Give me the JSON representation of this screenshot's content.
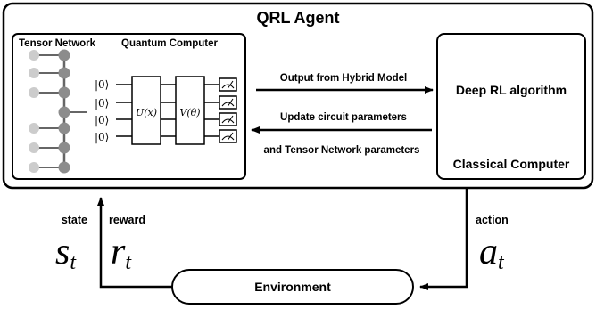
{
  "agent": {
    "title": "QRL Agent"
  },
  "left_panel": {
    "tensor_label": "Tensor Network",
    "quantum_label": "Quantum Computer",
    "kets": [
      "|0⟩",
      "|0⟩",
      "|0⟩",
      "|0⟩"
    ],
    "gate_u": "U(x)",
    "gate_v": "V(θ)"
  },
  "right_panel": {
    "algorithm_label": "Deep RL algorithm",
    "computer_label": "Classical Computer"
  },
  "arrows": {
    "output_label": "Output from Hybrid Model",
    "update_label_1": "Update circuit parameters",
    "update_label_2": "and Tensor Network parameters"
  },
  "environment": {
    "label": "Environment"
  },
  "signals": {
    "state_label": "state",
    "reward_label": "reward",
    "action_label": "action",
    "state_symbol": "s",
    "state_sub": "t",
    "reward_symbol": "r",
    "reward_sub": "t",
    "action_symbol": "a",
    "action_sub": "t"
  },
  "colors": {
    "stroke": "#000000",
    "node_light": "#cccccc",
    "node_dark": "#8c8c8c",
    "line_gray": "#666666"
  }
}
